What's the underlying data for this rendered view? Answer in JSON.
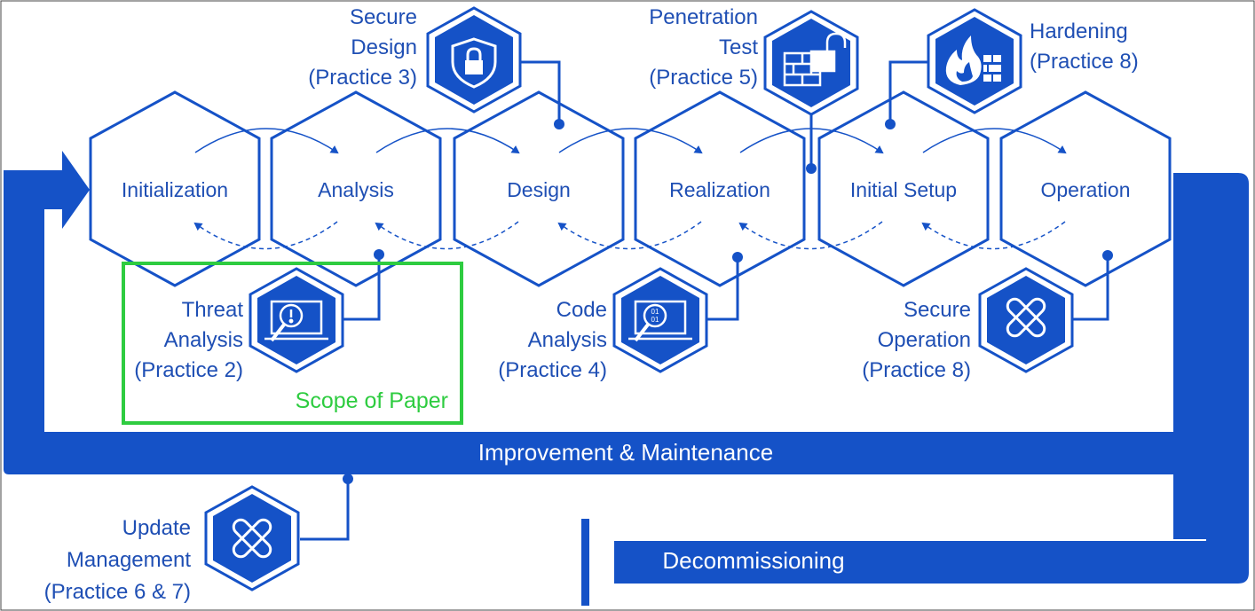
{
  "colors": {
    "primary": "#1552c7",
    "text": "#1f4fb4",
    "scope": "#2ecc40",
    "background": "#ffffff"
  },
  "phases": [
    {
      "label": "Initialization"
    },
    {
      "label": "Analysis"
    },
    {
      "label": "Design"
    },
    {
      "label": "Realization"
    },
    {
      "label": "Initial Setup"
    },
    {
      "label": "Operation"
    }
  ],
  "practices": {
    "secure_design": {
      "line1": "Secure",
      "line2": "Design",
      "line3": "(Practice 3)",
      "icon": "shield-lock-icon"
    },
    "penetration_test": {
      "line1": "Penetration",
      "line2": "Test",
      "line3": "(Practice 5)",
      "icon": "brick-wall-unlocked-padlock-icon"
    },
    "hardening": {
      "line1": "Hardening",
      "line2": "(Practice 8)",
      "icon": "firewall-flame-icon"
    },
    "threat_analysis": {
      "line1": "Threat",
      "line2": "Analysis",
      "line3": "(Practice 2)",
      "icon": "laptop-magnifier-alert-icon"
    },
    "code_analysis": {
      "line1": "Code",
      "line2": "Analysis",
      "line3": "(Practice 4)",
      "icon": "laptop-magnifier-binary-icon"
    },
    "secure_operation": {
      "line1": "Secure",
      "line2": "Operation",
      "line3": "(Practice 8)",
      "icon": "bandage-icon"
    },
    "update_management": {
      "line1": "Update",
      "line2": "Management",
      "line3": "(Practice 6 & 7)",
      "icon": "bandage-icon"
    }
  },
  "scope_label": "Scope of Paper",
  "improvement_label": "Improvement & Maintenance",
  "decommissioning_label": "Decommissioning"
}
